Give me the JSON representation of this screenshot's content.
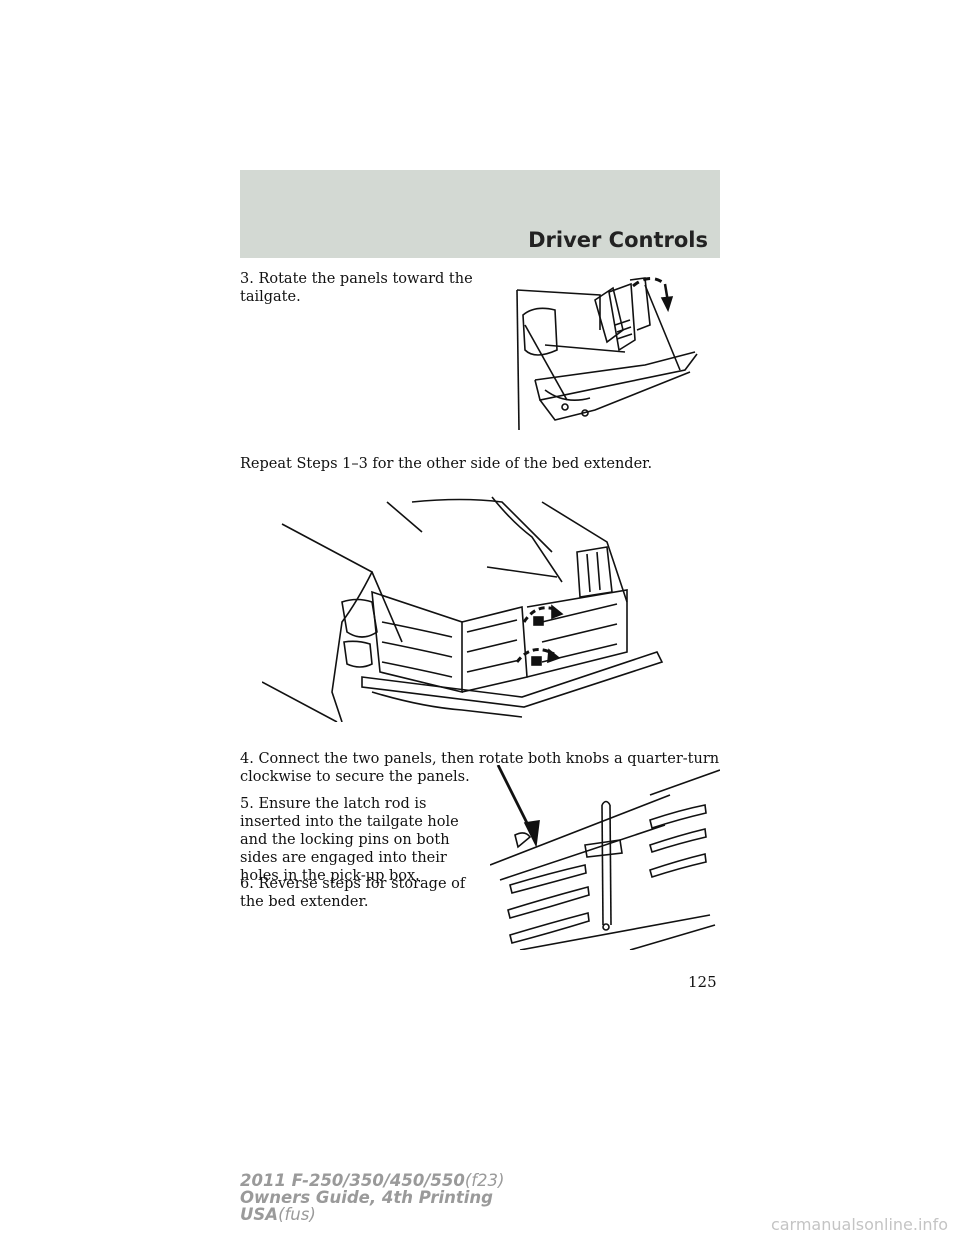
{
  "header": {
    "section_title": "Driver Controls"
  },
  "steps": {
    "step3": "3. Rotate the panels toward the tailgate.",
    "repeat_note": "Repeat Steps 1–3 for the other side of the bed extender.",
    "step4": "4. Connect the two panels, then rotate both knobs a quarter-turn clockwise to secure the panels.",
    "step5": "5. Ensure the latch rod is inserted into the tailgate hole and the locking pins on both sides are engaged into their holes in the pick-up box.",
    "step6": "6. Reverse steps for storage of the bed extender."
  },
  "page_number": "125",
  "footer": {
    "line1_bold": "2011 F-250/350/450/550",
    "line1_light": "(f23)",
    "line2": "Owners Guide, 4th Printing",
    "line3_bold": "USA",
    "line3_light": "(fus)"
  },
  "watermark": "carmanualsonline.info",
  "figures": {
    "fig1_icon": "tailgate-panel-rotate-illustration",
    "fig2_icon": "bed-extender-knobs-illustration",
    "fig3_icon": "latch-rod-illustration"
  }
}
